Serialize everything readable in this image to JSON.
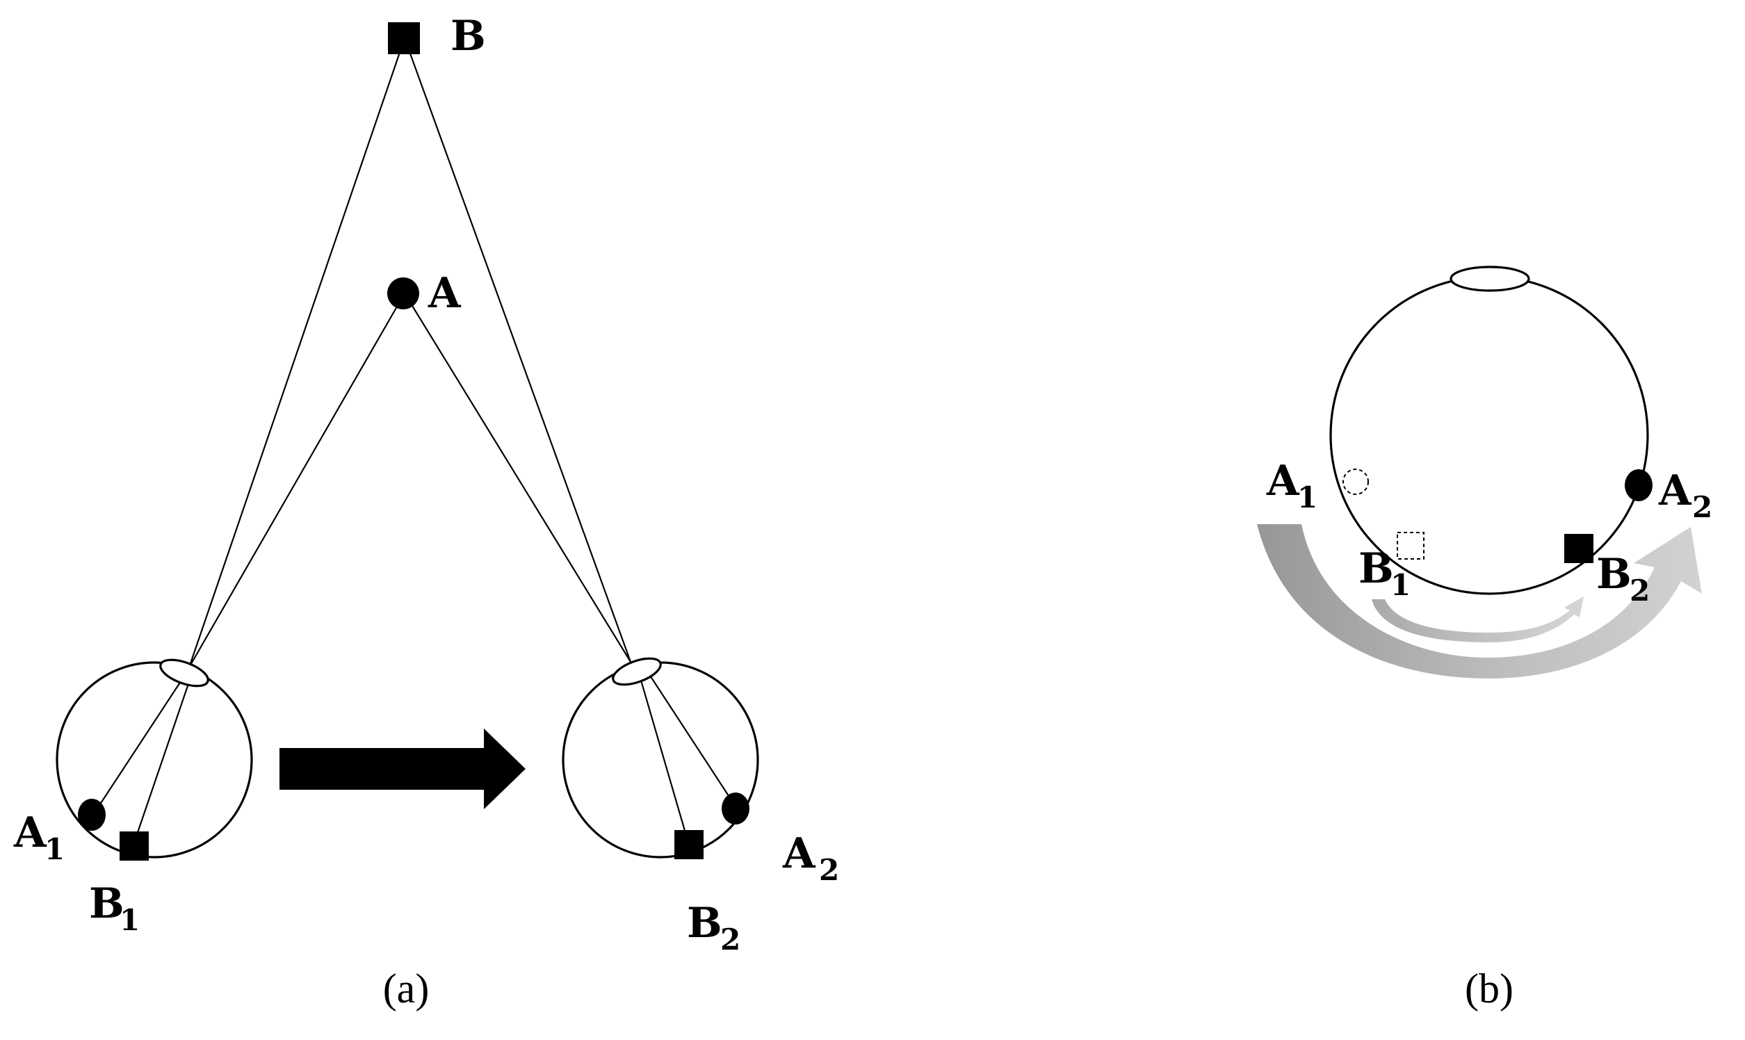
{
  "panel_a": {
    "label_B": "B",
    "label_A": "A",
    "label_A1": "A",
    "label_A1_sub": "1",
    "label_B1": "B",
    "label_B1_sub": "1",
    "label_A2": "A",
    "label_A2_sub": "2",
    "label_B2": "B",
    "label_B2_sub": "2",
    "caption": "(a)"
  },
  "panel_b": {
    "label_A1": "A",
    "label_A1_sub": "1",
    "label_B1": "B",
    "label_B1_sub": "1",
    "label_A2": "A",
    "label_A2_sub": "2",
    "label_B2": "B",
    "label_B2_sub": "2",
    "caption": "(b)"
  },
  "colors": {
    "ink": "#000000",
    "arrow_dark_gray": "#9a9a9a",
    "arrow_light_gray": "#c8c8c8"
  }
}
